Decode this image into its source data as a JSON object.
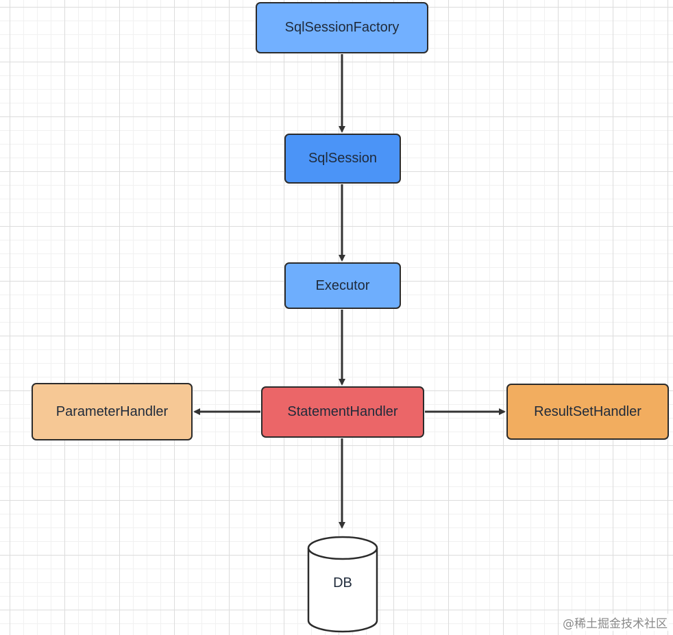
{
  "diagram": {
    "nodes": {
      "factory": {
        "label": "SqlSessionFactory",
        "fill": "#72b0ff"
      },
      "session": {
        "label": "SqlSession",
        "fill": "#4b94f7"
      },
      "executor": {
        "label": "Executor",
        "fill": "#6eaefd"
      },
      "statement": {
        "label": "StatementHandler",
        "fill": "#eb6668"
      },
      "parameter": {
        "label": "ParameterHandler",
        "fill": "#f6c895"
      },
      "resultset": {
        "label": "ResultSetHandler",
        "fill": "#f2ad5f"
      },
      "db": {
        "label": "DB",
        "fill": "#ffffff"
      }
    },
    "edges": [
      {
        "from": "factory",
        "to": "session"
      },
      {
        "from": "session",
        "to": "executor"
      },
      {
        "from": "executor",
        "to": "statement"
      },
      {
        "from": "statement",
        "to": "parameter"
      },
      {
        "from": "statement",
        "to": "resultset"
      },
      {
        "from": "statement",
        "to": "db"
      }
    ],
    "colors": {
      "stroke": "#2b2b2b",
      "arrow": "#333333"
    }
  },
  "watermark": "@稀土掘金技术社区"
}
